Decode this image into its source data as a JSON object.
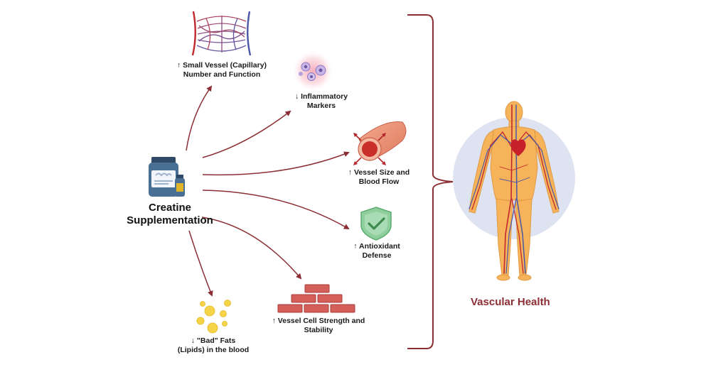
{
  "source": {
    "line1": "Creatine",
    "line2": "Supplementation",
    "icon": "supplement-jar-icon"
  },
  "effects": [
    {
      "id": "capillary",
      "line1": "↑ Small Vessel (Capillary)",
      "line2": "Number and Function",
      "icon": "capillary-network-icon"
    },
    {
      "id": "inflammatory",
      "line1": "↓ Inflammatory",
      "line2": "Markers",
      "icon": "inflammatory-cells-icon"
    },
    {
      "id": "vessel-size",
      "line1": "↑ Vessel Size and",
      "line2": "Blood Flow",
      "icon": "dilated-vessel-icon"
    },
    {
      "id": "antioxidant",
      "line1": "↑ Antioxidant",
      "line2": "Defense",
      "icon": "shield-check-icon"
    },
    {
      "id": "vessel-cell",
      "line1": "↑ Vessel Cell Strength and",
      "line2": "Stability",
      "icon": "brick-wall-icon"
    },
    {
      "id": "lipids",
      "line1": "↓ \"Bad\" Fats",
      "line2": "(Lipids) in the blood",
      "icon": "lipid-droplets-icon"
    }
  ],
  "outcome": {
    "label": "Vascular Health",
    "icon": "human-circulatory-system-icon"
  },
  "colors": {
    "arrow": "#8b2f35",
    "bracket": "#8b2f35",
    "outcome_text": "#8b2f35",
    "body_circle": "#dde3f1",
    "body_fill": "#f7b35a",
    "artery": "#c0282d",
    "vein": "#4a56a6"
  }
}
